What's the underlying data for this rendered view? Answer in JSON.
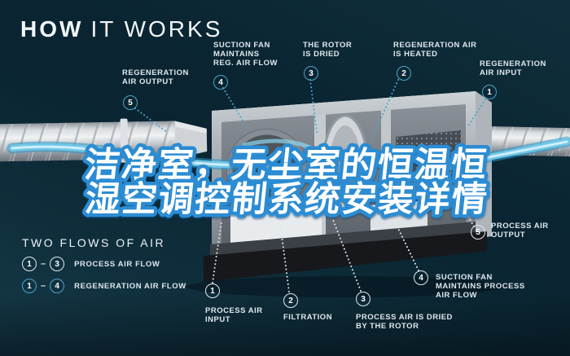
{
  "title": {
    "bold": "HOW",
    "light": "IT WORKS"
  },
  "headline": {
    "line1": "洁净室，无尘室的恒温恒",
    "line2": "湿空调控制系统安装详情"
  },
  "callouts": {
    "regeneration": [
      {
        "num": "1",
        "lines": [
          "REGENERATION",
          "AIR INPUT"
        ]
      },
      {
        "num": "2",
        "lines": [
          "REGENERATION AIR",
          "IS HEATED"
        ]
      },
      {
        "num": "3",
        "lines": [
          "THE ROTOR",
          "IS DRIED"
        ]
      },
      {
        "num": "4",
        "lines": [
          "SUCTION FAN",
          "MAINTAINS",
          "REG. AIR FLOW"
        ]
      },
      {
        "num": "5",
        "lines": [
          "REGENERATION",
          "AIR OUTPUT"
        ]
      }
    ],
    "process": [
      {
        "num": "1",
        "lines": [
          "PROCESS AIR",
          "INPUT"
        ]
      },
      {
        "num": "2",
        "lines": [
          "FILTRATION"
        ]
      },
      {
        "num": "3",
        "lines": [
          "PROCESS AIR IS DRIED",
          "BY THE ROTOR"
        ]
      },
      {
        "num": "4",
        "lines": [
          "SUCTION FAN",
          "MAINTAINS PROCESS",
          "AIR FLOW"
        ]
      },
      {
        "num": "5",
        "lines": [
          "PROCESS AIR",
          "OUTPUT"
        ]
      }
    ]
  },
  "legend": {
    "title": "TWO FLOWS OF AIR",
    "dash": "–",
    "rows": [
      {
        "from": "1",
        "to": "3",
        "label": "PROCESS AIR FLOW",
        "style": "process"
      },
      {
        "from": "1",
        "to": "4",
        "label": "REGENERATION AIR FLOW",
        "style": "regeneration"
      }
    ]
  },
  "colors": {
    "background": "#0a2531",
    "accent_cyan": "#4aa4ca",
    "process_circle": "#e2e9ed",
    "headline_fill": "#ffffff",
    "headline_stroke": "#2b8cd3",
    "heater_orange": "#e5791e"
  }
}
